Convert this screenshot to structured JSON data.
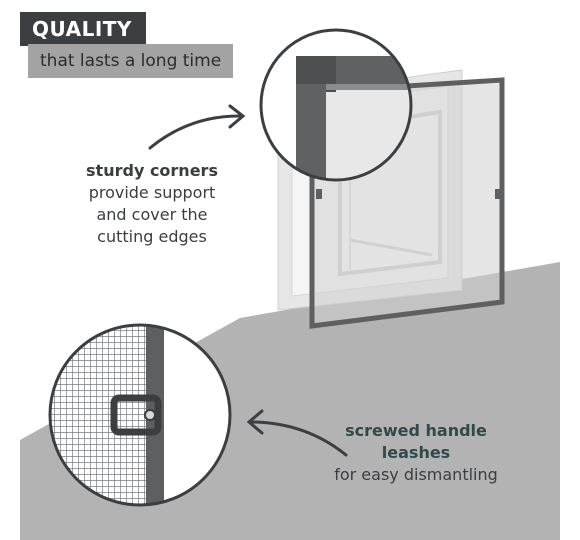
{
  "header": {
    "quality_label": "QUALITY",
    "subtitle": "that lasts a long time"
  },
  "callouts": {
    "corners": {
      "title": "sturdy corners",
      "desc_line1": "provide support",
      "desc_line2": "and cover the",
      "desc_line3": "cutting edges"
    },
    "handle": {
      "title_line1": "screwed handle",
      "title_line2": "leashes",
      "desc": "for easy dismantling"
    }
  },
  "colors": {
    "badge_dark": "#3b3f42",
    "badge_gray": "#a3a3a3",
    "floor_gray": "#b3b3b3",
    "frame_dark": "#5d5f61",
    "text_dark": "#3a3e42"
  }
}
